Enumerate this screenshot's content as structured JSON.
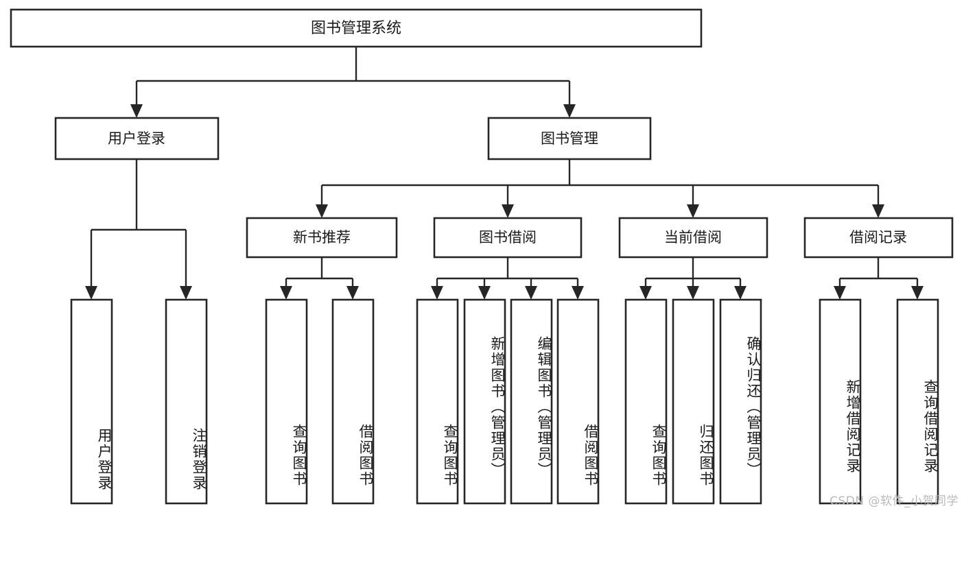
{
  "diagram": {
    "type": "tree-hierarchy-chart",
    "title": "图书管理系统",
    "orientation": "top-down",
    "root": {
      "id": "root",
      "label": "图书管理系统"
    },
    "level2": [
      {
        "id": "user-login",
        "label": "用户登录"
      },
      {
        "id": "book-manage",
        "label": "图书管理"
      }
    ],
    "level3": [
      {
        "id": "new-book-rec",
        "label": "新书推荐",
        "parent": "book-manage"
      },
      {
        "id": "book-borrow",
        "label": "图书借阅",
        "parent": "book-manage"
      },
      {
        "id": "current-borrow",
        "label": "当前借阅",
        "parent": "book-manage"
      },
      {
        "id": "borrow-record",
        "label": "借阅记录",
        "parent": "book-manage"
      }
    ],
    "leaves": [
      {
        "id": "leaf-user-login",
        "label": "用户登录",
        "parent": "user-login"
      },
      {
        "id": "leaf-logout",
        "label": "注销登录",
        "parent": "user-login"
      },
      {
        "id": "leaf-query-book-1",
        "label": "查询图书",
        "parent": "new-book-rec"
      },
      {
        "id": "leaf-borrow-book-1",
        "label": "借阅图书",
        "parent": "new-book-rec"
      },
      {
        "id": "leaf-query-book-2",
        "label": "查询图书",
        "parent": "book-borrow"
      },
      {
        "id": "leaf-add-book",
        "label": "新增图书（管理员）",
        "parent": "book-borrow"
      },
      {
        "id": "leaf-edit-book",
        "label": "编辑图书（管理员）",
        "parent": "book-borrow"
      },
      {
        "id": "leaf-borrow-book-2",
        "label": "借阅图书",
        "parent": "book-borrow"
      },
      {
        "id": "leaf-query-book-3",
        "label": "查询图书",
        "parent": "current-borrow"
      },
      {
        "id": "leaf-return-book",
        "label": "归还图书",
        "parent": "current-borrow"
      },
      {
        "id": "leaf-confirm-return",
        "label": "确认归还（管理员）",
        "parent": "current-borrow"
      },
      {
        "id": "leaf-add-record",
        "label": "新增借阅记录",
        "parent": "borrow-record"
      },
      {
        "id": "leaf-query-record",
        "label": "查询借阅记录",
        "parent": "borrow-record"
      }
    ],
    "colors": {
      "box_stroke": "#262626",
      "box_fill": "#ffffff",
      "connector": "#262626",
      "text": "#1a1a1a",
      "watermark": "#b9b9b9",
      "background": "#ffffff"
    }
  },
  "watermark": {
    "text": "CSDN @软件_小贺同学"
  }
}
